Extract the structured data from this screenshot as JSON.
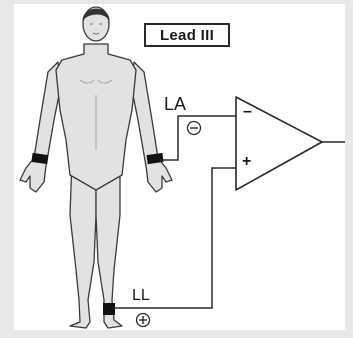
{
  "diagram": {
    "lead_title": "Lead III",
    "electrodes": [
      {
        "id": "la",
        "label": "LA",
        "polarity_symbol": "⊖"
      },
      {
        "id": "ll",
        "label": "LL",
        "polarity_symbol": "⊕"
      }
    ],
    "amplifier": {
      "inverting_input": "–",
      "non_inverting_input": "+"
    }
  },
  "colors": {
    "background": "#e8e8e8",
    "panel": "#ffffff",
    "figure_fill": "#e2e2e2",
    "outline": "#2a2a2a",
    "electrode": "#111111"
  }
}
